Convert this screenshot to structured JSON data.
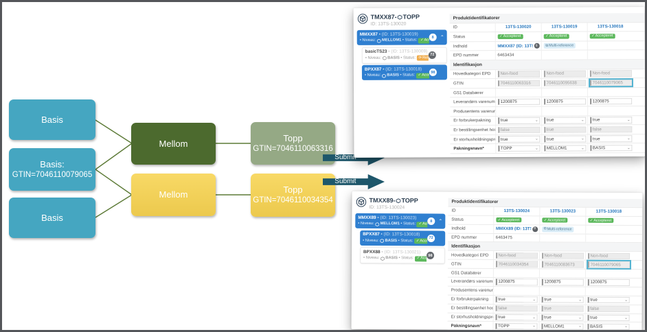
{
  "colors": {
    "basis_teal": "#45a6c1",
    "mellom_dark_green": "#4c6a2e",
    "mellom_yellow": "#f3cf59",
    "topp_sage": "#95a985",
    "connector_olive": "#5c7a36",
    "submit_arrow_teal": "#1e576b",
    "sidebar_selected_blue": "#2f7fd0",
    "accepted_green": "#5cb85c",
    "returned_orange": "#f0ad4e",
    "link_blue": "#2878be",
    "highlight_border": "#53b3d1"
  },
  "labels": {
    "niveau": "• Niveau:",
    "status": "• Status:"
  },
  "diagram": {
    "basis": [
      {
        "label": "Basis",
        "sublabel": ""
      },
      {
        "label": "Basis:",
        "sublabel": "GTIN=7046110079065"
      },
      {
        "label": "Basis",
        "sublabel": ""
      }
    ],
    "mellom": [
      {
        "label": "Mellom"
      },
      {
        "label": "Mellom"
      }
    ],
    "topp": [
      {
        "label": "Topp",
        "sublabel": "GTIN=7046110063316"
      },
      {
        "label": "Topp",
        "sublabel": "GTIN=7046110034354"
      }
    ],
    "arrows": [
      {
        "label": "Submit"
      },
      {
        "label": "Submit"
      }
    ]
  },
  "cards": [
    {
      "header": {
        "title_prefix": "TMXX87-",
        "level": "TOPP",
        "id": "ID: 13TS-130020"
      },
      "sidebar": [
        {
          "name": "MMXX87",
          "meta": "• (ID: 13TS-130019)",
          "niveau": "MELLOM1",
          "status": "Accepteret",
          "status_icon": "✓",
          "chip": "green",
          "badge": "8",
          "badge_style": "light",
          "selected": true,
          "chevron": "⌃",
          "indent": false
        },
        {
          "name": "basicTS23",
          "meta": "• (ID: 13TS-130009)",
          "niveau": "BASIS",
          "status": "Returneret",
          "status_icon": "⟳",
          "chip": "orange",
          "badge": "72",
          "badge_style": "dark",
          "selected": false,
          "chevron": "",
          "indent": true
        },
        {
          "name": "BPXX87",
          "meta": "• (ID: 13TS-130018)",
          "niveau": "BASIS",
          "status": "Accepteret",
          "status_icon": "✓",
          "chip": "green",
          "badge": "98",
          "badge_style": "light",
          "selected": true,
          "chevron": "",
          "indent": true
        }
      ],
      "table": {
        "rows": [
          {
            "type": "section",
            "label": "Produktidentifikatorer"
          },
          {
            "type": "link",
            "label": "ID",
            "values": [
              "13TS-130020",
              "13TS-130019",
              "13TS-130018"
            ]
          },
          {
            "type": "chips",
            "label": "Status",
            "icon": "✓",
            "values": [
              "Accepteret",
              "Accepteret",
              "Accepteret"
            ]
          },
          {
            "type": "content",
            "label": "Indhold",
            "link": "MMXX87 (ID: 13TS...",
            "badge": "8",
            "chip_icon": "⧉",
            "chip": "Multi-reference"
          },
          {
            "type": "text",
            "label": "EPD nummer",
            "values": [
              "6463434",
              "",
              ""
            ]
          },
          {
            "type": "section",
            "label": "Identifikasjon"
          },
          {
            "type": "field",
            "label": "Hovedkategori EPD",
            "values": [
              "Non-food",
              "Non-food",
              "Non-food"
            ],
            "disabled": true,
            "highlight": -1
          },
          {
            "type": "field",
            "label": "GTIN",
            "values": [
              "7046110063316",
              "7046110095638",
              "7046110079065"
            ],
            "disabled": true,
            "highlight": 2
          },
          {
            "type": "blank",
            "label": "GS1 Databærer"
          },
          {
            "type": "field",
            "label": "Leverandørs varenummer",
            "values": [
              "1200875",
              "1200875",
              "1200875"
            ],
            "disabled": false,
            "highlight": -1
          },
          {
            "type": "blank",
            "label": "Produsentens varenummer"
          },
          {
            "type": "select",
            "label": "Er forbrukerpakning",
            "values": [
              "true",
              "true",
              "true"
            ]
          },
          {
            "type": "field",
            "label": "Er bestillingsenhet hos lev...",
            "values": [
              "false",
              "true",
              "false"
            ],
            "disabled": true,
            "highlight": -1
          },
          {
            "type": "select",
            "label": "Er storhusholdningsprodukt",
            "values": [
              "true",
              "true",
              "true"
            ]
          },
          {
            "type": "select",
            "label": "Pakningsnavn*",
            "values": [
              "TOPP",
              "MELLOM1",
              "BASIS"
            ],
            "bold_label": true
          }
        ]
      }
    },
    {
      "header": {
        "title_prefix": "TMXX89-",
        "level": "TOPP",
        "id": "ID: 13TS-130024"
      },
      "sidebar": [
        {
          "name": "MMXX89",
          "meta": "• (ID: 13TS-130023)",
          "niveau": "MELLOM1",
          "status": "Accepteret",
          "status_icon": "✓",
          "chip": "green",
          "badge": "8",
          "badge_style": "light",
          "selected": true,
          "chevron": "⌃",
          "indent": false
        },
        {
          "name": "BPXX87",
          "meta": "• (ID: 13TS-130018)",
          "niveau": "BASIS",
          "status": "Accepteret",
          "status_icon": "✓",
          "chip": "green",
          "badge": "72",
          "badge_style": "light",
          "selected": true,
          "chevron": "",
          "indent": true
        },
        {
          "name": "BPXX88",
          "meta": "• (ID: 13TS-130021)",
          "niveau": "BASIS",
          "status": "Accepteret",
          "status_icon": "✓",
          "chip": "green",
          "badge": "98",
          "badge_style": "dark",
          "selected": false,
          "chevron": "",
          "indent": true
        }
      ],
      "table": {
        "rows": [
          {
            "type": "section",
            "label": "Produktidentifikatorer"
          },
          {
            "type": "link",
            "label": "ID",
            "values": [
              "13TS-130024",
              "13TS-130023",
              "13TS-130018"
            ]
          },
          {
            "type": "chips",
            "label": "Status",
            "icon": "✓",
            "values": [
              "Accepteret",
              "Accepteret",
              "Accepteret"
            ]
          },
          {
            "type": "content",
            "label": "Indhold",
            "link": "MMXX89 (ID: 13TS...",
            "badge": "8",
            "chip_icon": "⧉",
            "chip": "Multi-reference"
          },
          {
            "type": "text",
            "label": "EPD nummer",
            "values": [
              "6463475",
              "",
              ""
            ]
          },
          {
            "type": "section",
            "label": "Identifikasjon"
          },
          {
            "type": "field",
            "label": "Hovedkategori EPD",
            "values": [
              "Non-food",
              "Non-food",
              "Non-food"
            ],
            "disabled": true,
            "highlight": -1
          },
          {
            "type": "field",
            "label": "GTIN",
            "values": [
              "7046110034354",
              "7046110083673",
              "7046110079065"
            ],
            "disabled": true,
            "highlight": 2
          },
          {
            "type": "blank",
            "label": "GS1 Databærer"
          },
          {
            "type": "field",
            "label": "Leverandørs varenummer",
            "values": [
              "1200875",
              "1200875",
              "1200875"
            ],
            "disabled": false,
            "highlight": -1
          },
          {
            "type": "blank",
            "label": "Produsentens varenummer"
          },
          {
            "type": "select",
            "label": "Er forbrukerpakning",
            "values": [
              "true",
              "true",
              "true"
            ]
          },
          {
            "type": "field",
            "label": "Er bestillingsenhet hos lev...",
            "values": [
              "false",
              "true",
              "false"
            ],
            "disabled": true,
            "highlight": -1
          },
          {
            "type": "select",
            "label": "Er storhusholdningsprodukt",
            "values": [
              "true",
              "true",
              "true"
            ]
          },
          {
            "type": "select",
            "label": "Pakningsnavn*",
            "values": [
              "TOPP",
              "MELLOM1",
              "BASIS"
            ],
            "bold_label": true
          }
        ]
      }
    }
  ]
}
